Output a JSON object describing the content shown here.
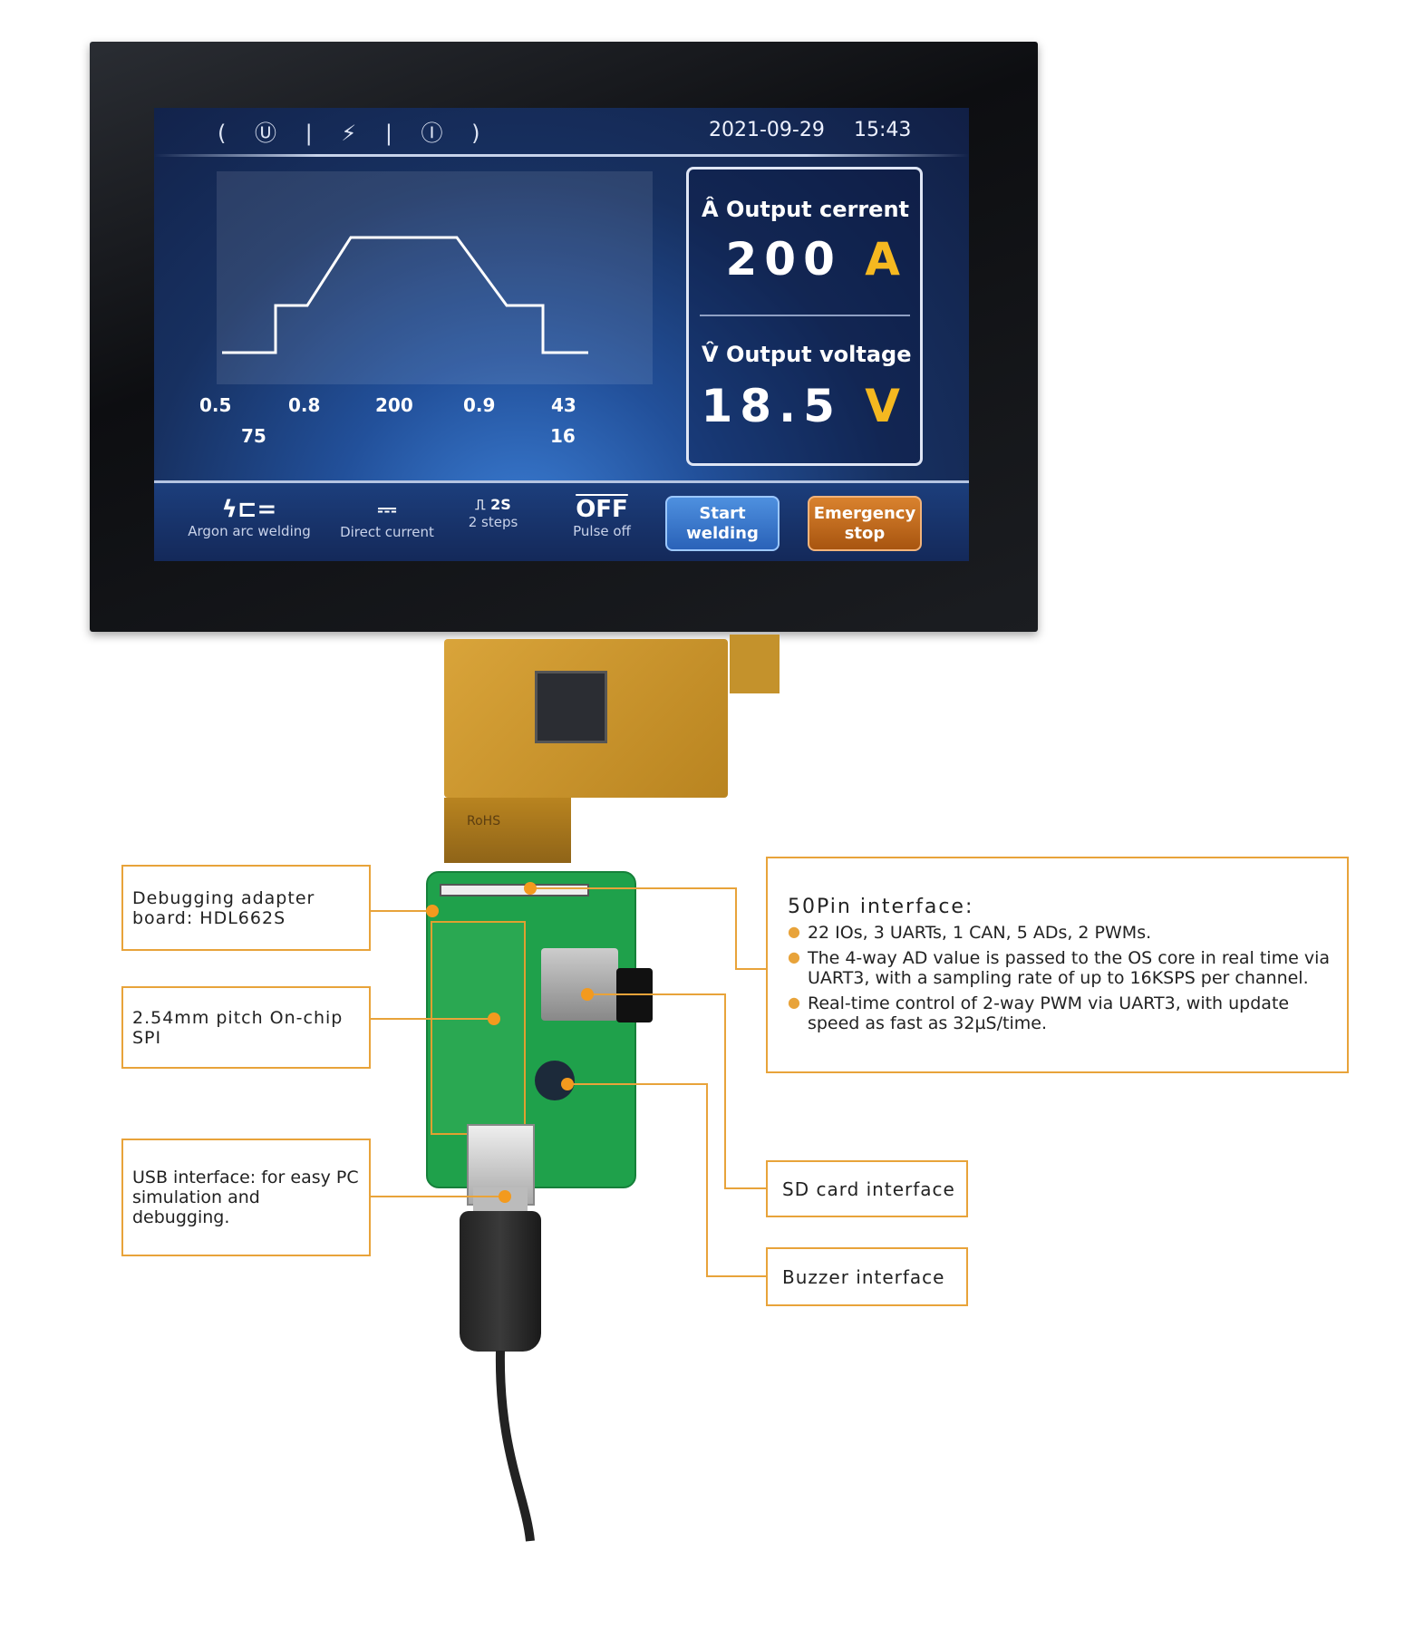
{
  "screen": {
    "header_icons": [
      "voltage-meter-icon",
      "arc-icon",
      "current-meter-icon"
    ],
    "date": "2021-09-29",
    "time": "15:43",
    "profile_labels_row1": [
      "0.5",
      "0.8",
      "200",
      "0.9",
      "43"
    ],
    "profile_labels_row2": [
      "75",
      "16"
    ],
    "current": {
      "title": "Output cerrent",
      "value": "200",
      "unit": "A"
    },
    "voltage": {
      "title": "Output voltage",
      "value": "18.5",
      "unit": "V"
    },
    "modes": [
      {
        "icon": "argon-arc-welding-icon",
        "label": "Argon arc welding"
      },
      {
        "icon": "direct-current-icon",
        "label": "Direct current"
      },
      {
        "icon": "two-steps-icon",
        "icon_text": "2S",
        "label": "2 steps"
      },
      {
        "icon": "pulse-off-icon",
        "icon_text": "OFF",
        "label": "Pulse off"
      }
    ],
    "start_button": "Start welding",
    "stop_button": "Emergency stop"
  },
  "board_marking": "RoHS",
  "callouts": {
    "debug": "Debugging adapter board: HDL662S",
    "spi": "2.54mm pitch On-chip SPI",
    "usb": "USB interface:  for easy PC simulation and debugging.",
    "pin50": {
      "title": "50Pin interface:",
      "bullets": [
        "22 IOs, 3 UARTs, 1 CAN, 5 ADs, 2 PWMs.",
        "The 4-way AD value is passed to the OS core in real time via UART3, with a sampling rate of up to 16KSPS per channel.",
        "Real-time control of 2-way PWM via UART3, with update speed as fast as 32µS/time."
      ]
    },
    "sd": "SD card interface",
    "buzzer": "Buzzer interface"
  },
  "colors": {
    "accent": "#e8a33a",
    "unit": "#f5b820",
    "start": "#2a62b8",
    "stop": "#a85510"
  }
}
